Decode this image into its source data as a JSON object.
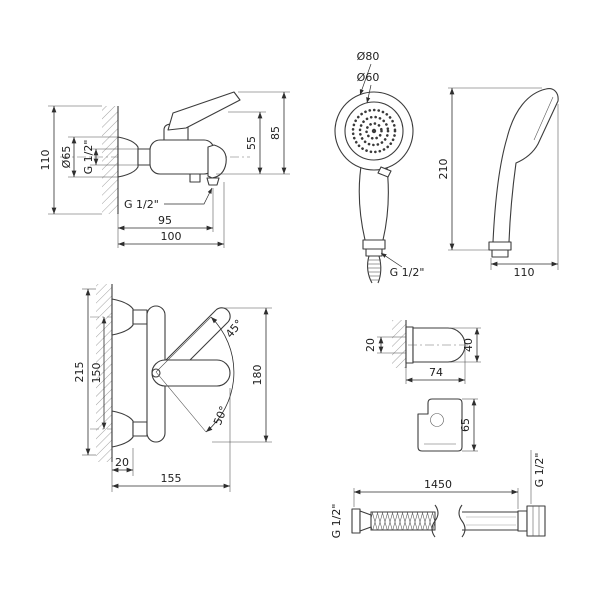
{
  "views": {
    "faucet_side": {
      "h110": "110",
      "d65": "Ø65",
      "g_wall": "G 1/2\"",
      "g_outlet": "G 1/2\"",
      "h55": "55",
      "h85": "85",
      "w95": "95",
      "w100": "100"
    },
    "handshower": {
      "d80": "Ø80",
      "d60": "Ø60",
      "h210": "210",
      "w110": "110",
      "g_hose": "G 1/2\""
    },
    "faucet_front": {
      "h215": "215",
      "h150": "150",
      "h180": "180",
      "a45": "45°",
      "a50": "50°",
      "w20": "20",
      "w155": "155"
    },
    "bracket": {
      "t20": "20",
      "w74": "74",
      "h40": "40",
      "h65": "65"
    },
    "hose": {
      "len": "1450",
      "g_left": "G 1/2\"",
      "g_right": "G 1/2\""
    }
  }
}
